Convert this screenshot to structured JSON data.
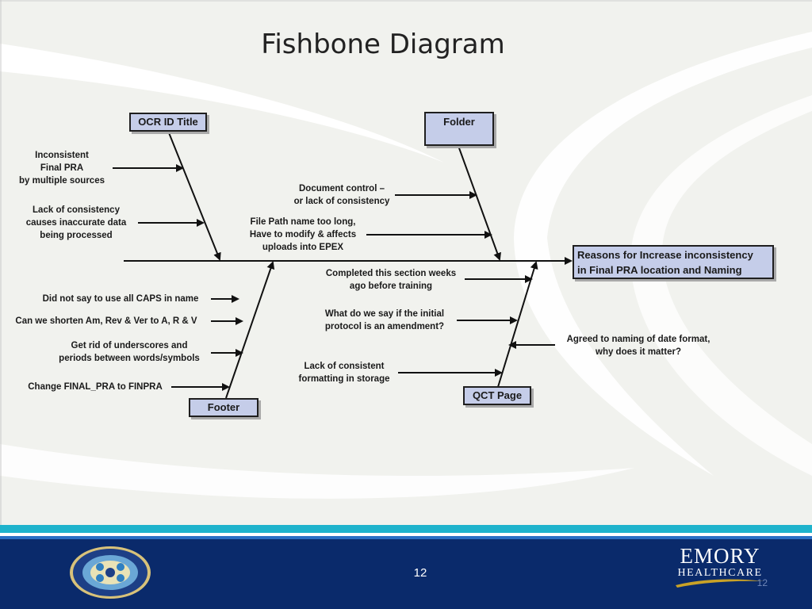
{
  "slide": {
    "title": "Fishbone Diagram",
    "page_number": "12",
    "ghost_page_number": "12"
  },
  "diagram": {
    "effect": "Reasons for Increase inconsistency\nin Final PRA location and Naming",
    "categories": {
      "ocr_id_title": "OCR ID Title",
      "folder": "Folder",
      "footer": "Footer",
      "qct_page": "QCT Page"
    },
    "causes": {
      "ocr_id_title": [
        "Inconsistent\nFinal PRA\nby multiple sources",
        "Lack of consistency\ncauses inaccurate data\nbeing processed"
      ],
      "folder": [
        "Document control –\nor lack of consistency",
        "File Path name too long,\nHave to modify & affects\nuploads into EPEX"
      ],
      "footer": [
        "Did not say to use all CAPS in name",
        "Can we shorten Am, Rev & Ver to A, R & V",
        "Get rid of underscores and\nperiods between words/symbols",
        "Change FINAL_PRA to FINPRA"
      ],
      "qct_page": [
        "Completed this section weeks\nago before training",
        "What do we say if the initial\nprotocol is an amendment?",
        "Lack of consistent\nformatting in storage",
        "Agreed to naming of date format,\nwhy does it matter?"
      ]
    }
  },
  "branding": {
    "name": "EMORY",
    "subtitle": "HEALTHCARE",
    "seal_icon": "values-seal-icon"
  },
  "colors": {
    "category_box_fill": "#c5cde9",
    "footer_navy": "#0a2a6b",
    "footer_teal": "#1eb3cc",
    "swoosh_gold": "#c9a227"
  }
}
